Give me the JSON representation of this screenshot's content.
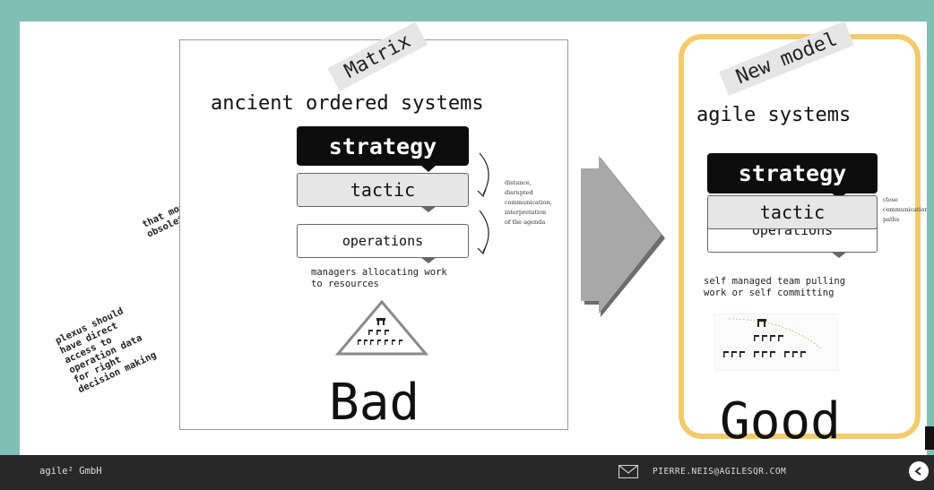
{
  "side_notes": {
    "obsolete": "that model is\nobsolete",
    "plexus": "plexus should\nhave direct\naccess to\noperation data\nfor right\ndecision making"
  },
  "left_model": {
    "tag": "Matrix",
    "title": "ancient ordered systems",
    "strategy": "strategy",
    "tactic": "tactic",
    "operations": "operations",
    "side_note": "distance,\ndisrupted\ncommunication,\ninterpretation\nof the agenda",
    "caption": "managers allocating work\nto resources",
    "verdict": "Bad"
  },
  "right_model": {
    "tag": "New model",
    "title": "agile systems",
    "strategy": "strategy",
    "tactic": "tactic",
    "operations": "operations",
    "side_note": "close\ncommunication\npaths",
    "caption": "self managed team pulling\nwork or self committing",
    "verdict": "Good"
  },
  "footer": {
    "company": "agile² GmbH",
    "email": "PIERRE.NEIS@AGILESQR.COM",
    "back_icon": "chevron-left-icon",
    "mail_icon": "envelope-icon"
  },
  "colors": {
    "frame": "#7fbfb6",
    "good_border": "#f2cb6e",
    "footer_bg": "#282828"
  }
}
